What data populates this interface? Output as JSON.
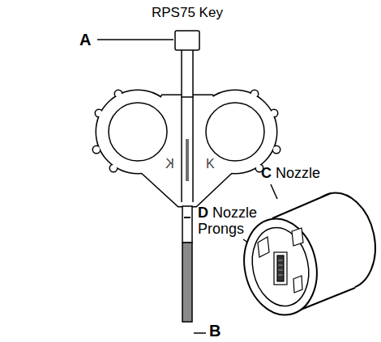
{
  "diagram": {
    "title": "RPS75 Key",
    "labels": [
      "A",
      "B",
      "C",
      "Nozzle",
      "D",
      "Nozzle Prongs",
      "K",
      "K"
    ]
  }
}
